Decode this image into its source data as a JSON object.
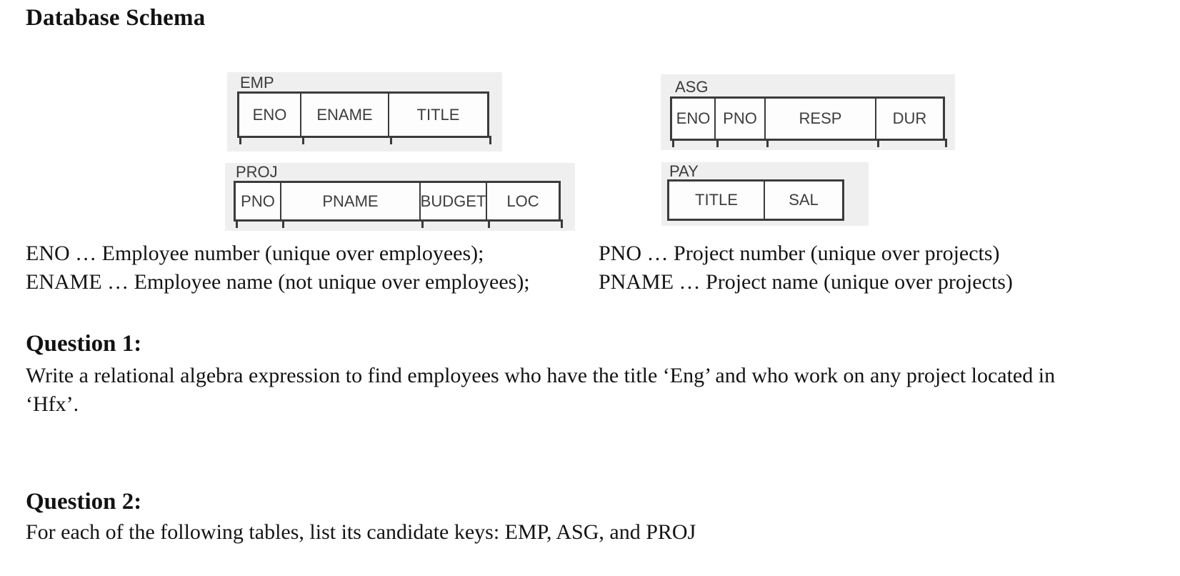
{
  "title": "Database Schema",
  "colors": {
    "figure_background": "#efefef",
    "table_line": "#3b3b3b",
    "text": "#141414"
  },
  "schema": {
    "tables": [
      {
        "name": "EMP",
        "columns": [
          "ENO",
          "ENAME",
          "TITLE"
        ]
      },
      {
        "name": "ASG",
        "columns": [
          "ENO",
          "PNO",
          "RESP",
          "DUR"
        ]
      },
      {
        "name": "PROJ",
        "columns": [
          "PNO",
          "PNAME",
          "BUDGET",
          "LOC"
        ]
      },
      {
        "name": "PAY",
        "columns": [
          "TITLE",
          "SAL"
        ]
      }
    ],
    "notes_left": [
      "ENO … Employee number (unique over employees);",
      "ENAME … Employee name (not unique over employees);"
    ],
    "notes_right": [
      "PNO … Project number (unique over projects)",
      "PNAME … Project name (unique over projects)"
    ]
  },
  "questions": [
    {
      "label": "Question 1:",
      "lines": [
        "Write a relational algebra expression to find employees who have the title ‘Eng’ and who work on any project located in",
        "‘Hfx’."
      ]
    },
    {
      "label": "Question 2:",
      "lines": [
        "For each of the following tables, list its candidate keys: EMP, ASG, and PROJ"
      ]
    }
  ]
}
